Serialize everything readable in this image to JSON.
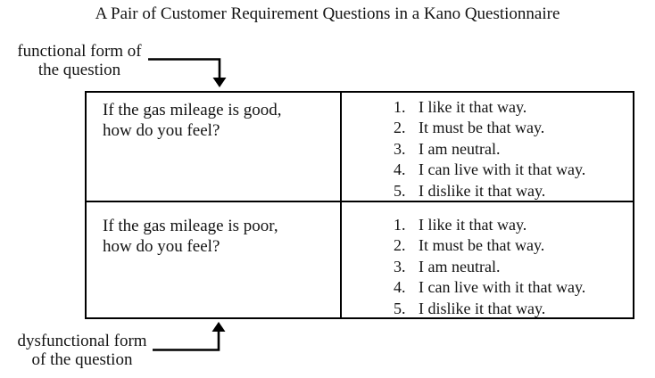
{
  "title": "A Pair of Customer Requirement Questions in a Kano Questionnaire",
  "callouts": {
    "functional": {
      "line1": "functional form of",
      "line2": "the question"
    },
    "dysfunctional": {
      "line1": "dysfunctional form",
      "line2": "of the question"
    }
  },
  "table": {
    "rows": [
      {
        "question_line1": "If the gas mileage is good,",
        "question_line2": "how do you feel?",
        "options": [
          {
            "n": "1.",
            "t": "I like it that way."
          },
          {
            "n": "2.",
            "t": "It must be that way."
          },
          {
            "n": "3.",
            "t": "I am neutral."
          },
          {
            "n": "4.",
            "t": "I can live with it that way."
          },
          {
            "n": "5.",
            "t": "I dislike it that way."
          }
        ]
      },
      {
        "question_line1": "If the gas mileage is poor,",
        "question_line2": "how do you feel?",
        "options": [
          {
            "n": "1.",
            "t": "I like it that way."
          },
          {
            "n": "2.",
            "t": "It must be that way."
          },
          {
            "n": "3.",
            "t": "I am neutral."
          },
          {
            "n": "4.",
            "t": "I can live with it that way."
          },
          {
            "n": "5.",
            "t": "I dislike it that way."
          }
        ]
      }
    ]
  },
  "colors": {
    "text": "#131313",
    "line": "#000000",
    "background": "#ffffff"
  }
}
